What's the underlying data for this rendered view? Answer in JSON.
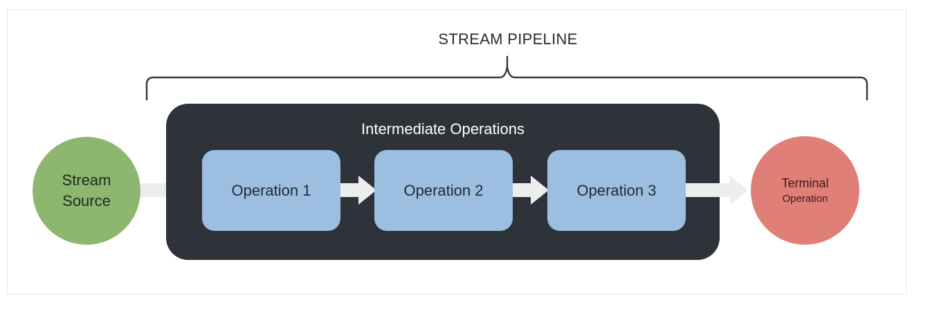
{
  "diagram": {
    "title": "STREAM PIPELINE",
    "source": {
      "line1": "Stream",
      "line2": "Source"
    },
    "intermediate": {
      "title": "Intermediate Operations",
      "operations": [
        "Operation 1",
        "Operation 2",
        "Operation 3"
      ]
    },
    "terminal": {
      "line1": "Terminal",
      "line2": "Operation"
    },
    "colors": {
      "source": "#8db66f",
      "panel": "#2d3338",
      "operation": "#9cbfe1",
      "terminal": "#e07f78",
      "arrow": "#ededed"
    }
  }
}
